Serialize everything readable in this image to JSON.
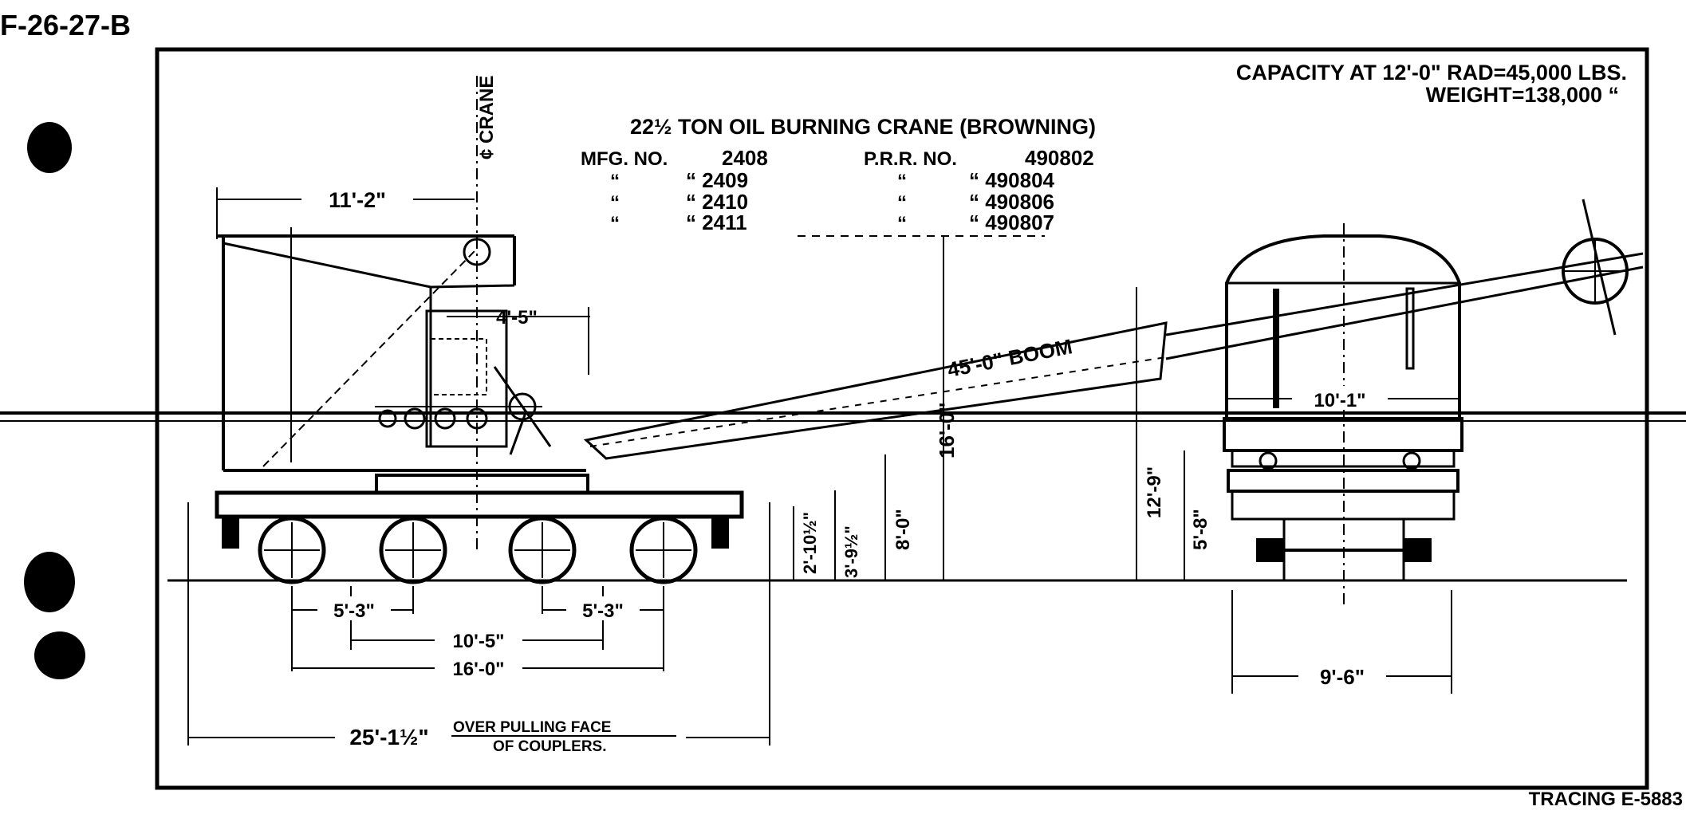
{
  "document_code": "F-26-27-B",
  "capacity_line": "CAPACITY AT 12'-0\" RAD=45,000 LBS.",
  "weight_line": "WEIGHT=138,000 “",
  "title": "22½ TON OIL BURNING CRANE (BROWNING)",
  "table": {
    "rows": [
      {
        "mfg_prefix": "MFG. NO.",
        "mfg_no": "2408",
        "prr_prefix": "P.R.R. NO.",
        "prr_no": "490802"
      },
      {
        "mfg_prefix": "“",
        "mfg_no": "“ 2409",
        "prr_prefix": "“",
        "prr_no": "“ 490804"
      },
      {
        "mfg_prefix": "“",
        "mfg_no": "“ 2410",
        "prr_prefix": "“",
        "prr_no": "“ 490806"
      },
      {
        "mfg_prefix": "“",
        "mfg_no": "“ 2411",
        "prr_prefix": "“",
        "prr_no": "“ 490807"
      }
    ]
  },
  "labels": {
    "crane_centerline": "¢ CRANE",
    "boom": "45'-0\" BOOM",
    "dim_11_2": "11'-2\"",
    "dim_4_5": "4'-5\"",
    "dim_16_0": "16'-0\"",
    "dim_8_0": "8'-0\"",
    "dim_3_9half": "3'-9½\"",
    "dim_2_10half": "2'-10½\"",
    "dim_5_3_left": "5'-3\"",
    "dim_5_3_right": "5'-3\"",
    "dim_10_5": "10'-5\"",
    "dim_16_0_base": "16'-0\"",
    "dim_25_1half": "25'-1½\"",
    "over_pulling_face": "OVER PULLING FACE",
    "of_couplers": "OF COUPLERS.",
    "dim_12_9": "12'-9\"",
    "dim_5_8": "5'-8\"",
    "dim_10_1": "10'-1\"",
    "dim_9_6": "9'-6\""
  },
  "tracing": "TRACING E-5883"
}
